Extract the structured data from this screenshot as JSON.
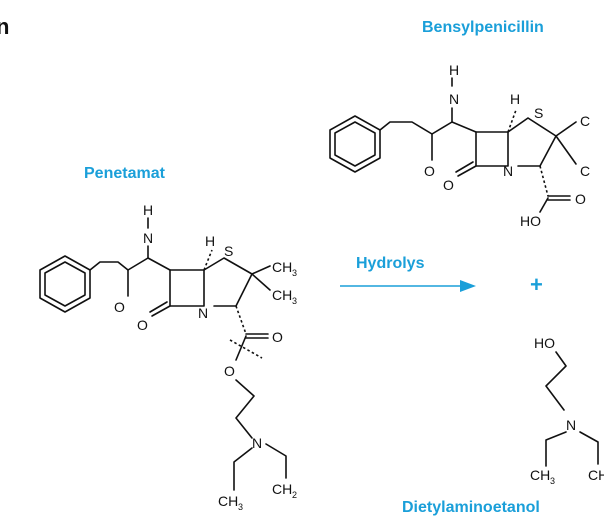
{
  "figure_letter": "n",
  "colors": {
    "accent": "#1a9fd9",
    "ink": "#111111"
  },
  "compounds": {
    "penetamat": {
      "name": "Penetamat"
    },
    "bensylpenicillin": {
      "name": "Bensylpenicillin"
    },
    "dietylaminoetanol": {
      "name": "Dietylaminoetanol"
    }
  },
  "reaction": {
    "label": "Hydrolys",
    "plus": "+"
  },
  "atoms": {
    "H": "H",
    "N": "N",
    "O": "O",
    "S": "S",
    "C": "C",
    "HO": "HO",
    "CH3": "CH",
    "CH2": "CH",
    "sub3": "3",
    "sub2": "2"
  }
}
